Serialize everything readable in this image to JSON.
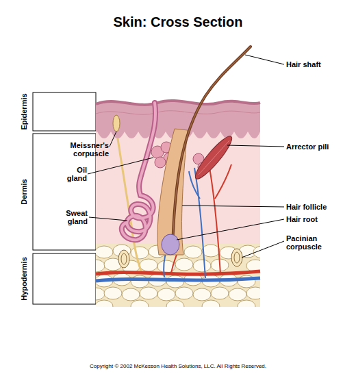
{
  "diagram": {
    "title": "Skin: Cross Section",
    "caption": "Copyright © 2002 McKesson Health Solutions, LLC. All Rights Reserved.",
    "labels": [
      "Hair shaft",
      "Epidermis",
      "Meissner's corpuscle",
      "Arrector pili",
      "Oil gland",
      "Dermis",
      "Sweat gland",
      "Hair follicle",
      "Hair root",
      "Pacinian corpuscle",
      "Hypodermis"
    ]
  }
}
